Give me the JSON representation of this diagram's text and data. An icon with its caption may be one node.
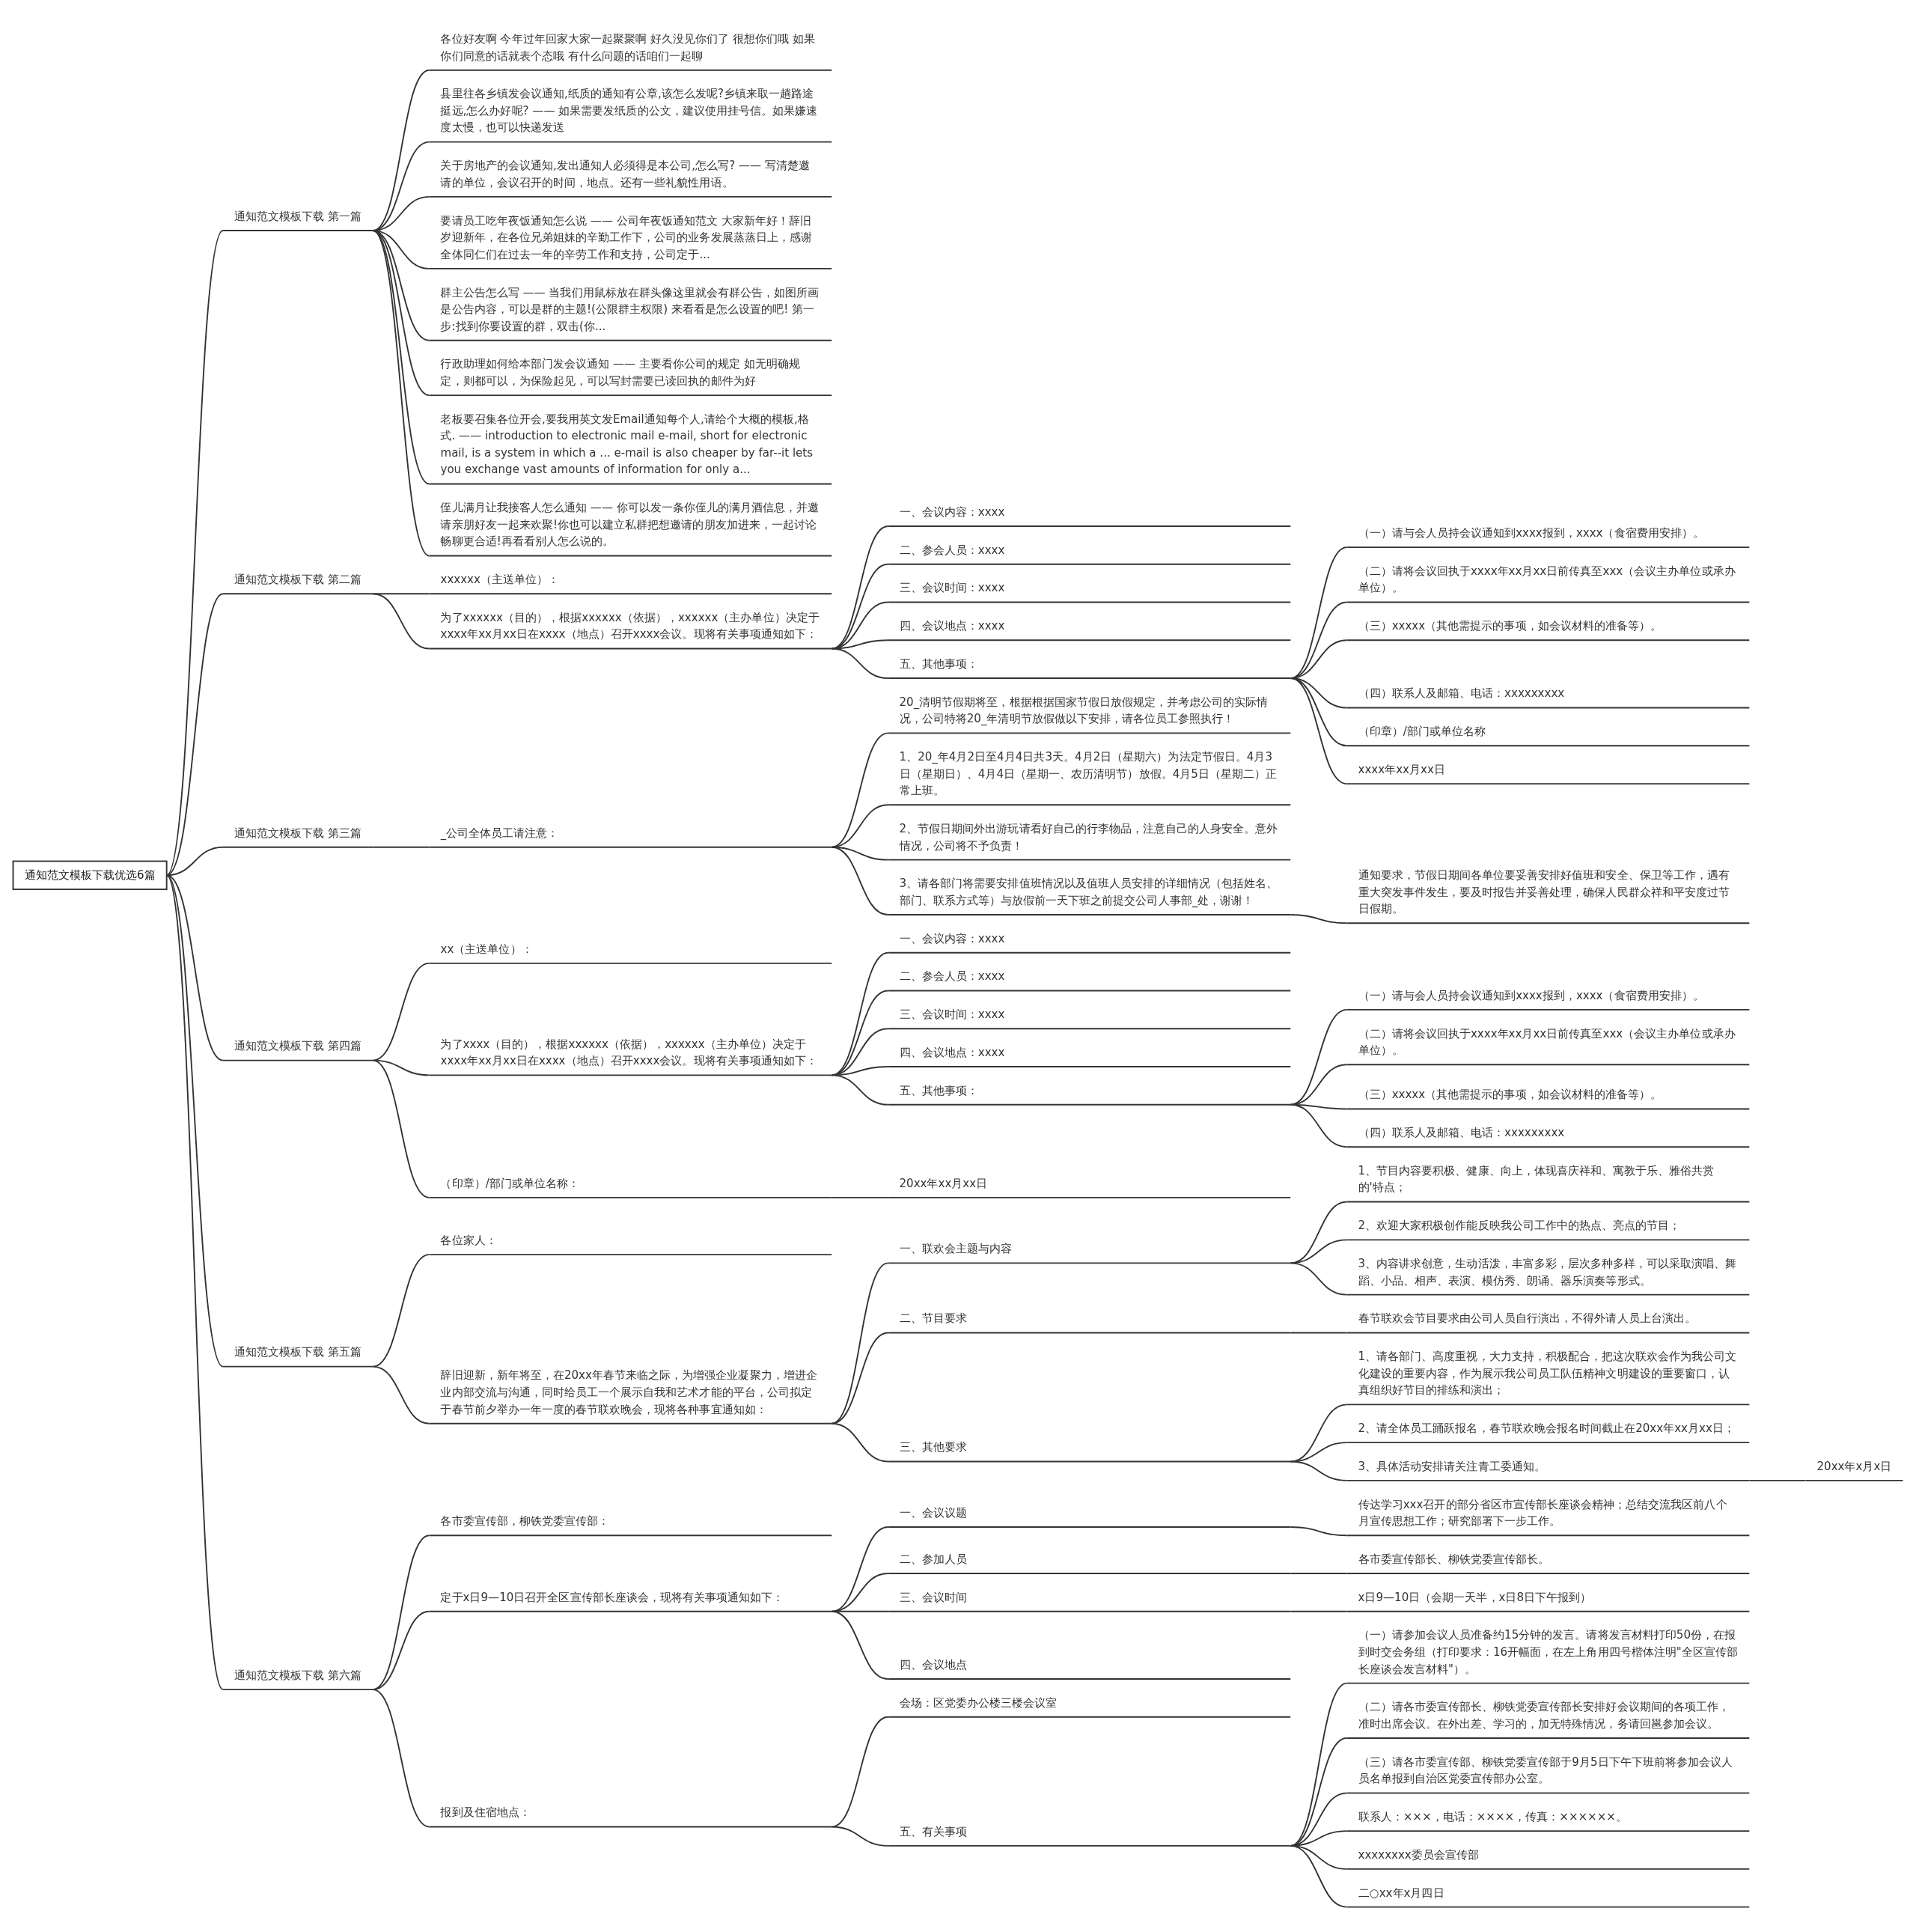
{
  "diagram": {
    "nodes": [
      {
        "text": [
          "通知范文模板下载优选6篇"
        ]
      },
      {
        "text": [
          "通知范文模板下载 第一篇"
        ]
      },
      {
        "text": [
          "各位好友啊 今年过年回家大家一起聚聚啊 好久没见你们了 很想你们哦 如果你们同意的话就表个态哦 有什么问题的话咱们一起聊"
        ]
      },
      {
        "text": [
          "县里往各乡镇发会议通知,纸质的通知有公章,该怎么发呢?乡镇来取一趟路途挺远,怎么办好呢? —— 如果需要发纸质的公文，建议使用挂号信。如果嫌速度太慢，也可以快递发送"
        ]
      },
      {
        "text": [
          "关于房地产的会议通知,发出通知人必须得是本公司,怎么写? —— 写清楚邀请的单位，会议召开的时间，地点。还有一些礼貌性用语。"
        ]
      },
      {
        "text": [
          "要请员工吃年夜饭通知怎么说 —— 公司年夜饭通知范文 大家新年好！辞旧岁迎新年，在各位兄弟姐妹的辛勤工作下，公司的业务发展蒸蒸日上，感谢全体同仁们在过去一年的辛劳工作和支持，公司定于..."
        ]
      },
      {
        "text": [
          "群主公告怎么写 —— 当我们用鼠标放在群头像这里就会有群公告，如图所画是公告内容，可以是群的主题!(公限群主权限) 来看看是怎么设置的吧! 第一步:找到你要设置的群，双击(你..."
        ]
      },
      {
        "text": [
          "行政助理如何给本部门发会议通知 —— 主要看你公司的规定 如无明确规定，则都可以，为保险起见，可以写封需要已读回执的邮件为好"
        ]
      },
      {
        "text": [
          "老板要召集各位开会,要我用英文发Email通知每个人,请给个大概的模板,格式. —— introduction to electronic mail e-mail, short for electronic mail, is a system in which a ... e-mail is also cheaper by far--it lets you exchange vast amounts of information for only a..."
        ]
      },
      {
        "text": [
          "侄儿满月让我接客人怎么通知 —— 你可以发一条你侄儿的满月酒信息，并邀请亲朋好友一起来欢聚!你也可以建立私群把想邀请的朋友加进来，一起讨论畅聊更合适!再看看别人怎么说的。"
        ]
      },
      {
        "text": [
          "通知范文模板下载 第二篇"
        ]
      },
      {
        "text": [
          "xxxxxx（主送单位）："
        ]
      },
      {
        "text": [
          "为了xxxxxx（目的），根据xxxxxx（依据），xxxxxx（主办单位）决定于xxxx年xx月xx日在xxxx（地点）召开xxxx会议。现将有关事项通知如下："
        ]
      },
      {
        "text": [
          "一、会议内容：xxxx"
        ]
      },
      {
        "text": [
          "二、参会人员：xxxx"
        ]
      },
      {
        "text": [
          "三、会议时间：xxxx"
        ]
      },
      {
        "text": [
          "四、会议地点：xxxx"
        ]
      },
      {
        "text": [
          "五、其他事项："
        ]
      },
      {
        "text": [
          "（一）请与会人员持会议通知到xxxx报到，xxxx（食宿费用安排）。"
        ]
      },
      {
        "text": [
          "（二）请将会议回执于xxxx年xx月xx日前传真至xxx（会议主办单位或承办单位）。"
        ]
      },
      {
        "text": [
          "（三）xxxxx（其他需提示的事项，如会议材料的准备等）。"
        ]
      },
      {
        "text": [
          "（四）联系人及邮箱、电话：xxxxxxxxx"
        ]
      },
      {
        "text": [
          "（印章）/部门或单位名称"
        ]
      },
      {
        "text": [
          "xxxx年xx月xx日"
        ]
      },
      {
        "text": [
          "通知范文模板下载 第三篇"
        ]
      },
      {
        "text": [
          "_公司全体员工请注意："
        ]
      },
      {
        "text": [
          "20_清明节假期将至，根据根据国家节假日放假规定，并考虑公司的实际情况，公司特将20_年清明节放假做以下安排，请各位员工参照执行！"
        ]
      },
      {
        "text": [
          "1、20_年4月2日至4月4日共3天。4月2日（星期六）为法定节假日。4月3日（星期日）、4月4日（星期一、农历清明节）放假。4月5日（星期二）正常上班。"
        ]
      },
      {
        "text": [
          "2、节假日期间外出游玩请看好自己的行李物品，注意自己的人身安全。意外情况，公司将不予负责！"
        ]
      },
      {
        "text": [
          "3、请各部门将需要安排值班情况以及值班人员安排的详细情况（包括姓名、部门、联系方式等）与放假前一天下班之前提交公司人事部_处，谢谢！"
        ]
      },
      {
        "text": [
          "通知要求，节假日期间各单位要妥善安排好值班和安全、保卫等工作，遇有重大突发事件发生，要及时报告并妥善处理，确保人民群众祥和平安度过节日假期。"
        ]
      },
      {
        "text": [
          "通知范文模板下载 第四篇"
        ]
      },
      {
        "text": [
          "xx（主送单位）："
        ]
      },
      {
        "text": [
          "为了xxxx（目的），根据xxxxxx（依据），xxxxxx（主办单位）决定于xxxx年xx月xx日在xxxx（地点）召开xxxx会议。现将有关事项通知如下："
        ]
      },
      {
        "text": [
          "一、会议内容：xxxx"
        ]
      },
      {
        "text": [
          "二、参会人员：xxxx"
        ]
      },
      {
        "text": [
          "三、会议时间：xxxx"
        ]
      },
      {
        "text": [
          "四、会议地点：xxxx"
        ]
      },
      {
        "text": [
          "五、其他事项："
        ]
      },
      {
        "text": [
          "（一）请与会人员持会议通知到xxxx报到，xxxx（食宿费用安排）。"
        ]
      },
      {
        "text": [
          "（二）请将会议回执于xxxx年xx月xx日前传真至xxx（会议主办单位或承办单位）。"
        ]
      },
      {
        "text": [
          "（三）xxxxx（其他需提示的事项，如会议材料的准备等）。"
        ]
      },
      {
        "text": [
          "（四）联系人及邮箱、电话：xxxxxxxxx"
        ]
      },
      {
        "text": [
          "（印章）/部门或单位名称："
        ]
      },
      {
        "text": [
          "20xx年xx月xx日"
        ]
      },
      {
        "text": [
          "通知范文模板下载 第五篇"
        ]
      },
      {
        "text": [
          "各位家人："
        ]
      },
      {
        "text": [
          "辞旧迎新，新年将至，在20xx年春节来临之际，为增强企业凝聚力，增进企业内部交流与沟通，同时给员工一个展示自我和艺术才能的平台，公司拟定于春节前夕举办一年一度的春节联欢晚会，现将各种事宜通知如："
        ]
      },
      {
        "text": [
          "一、联欢会主题与内容"
        ]
      },
      {
        "text": [
          "1、节目内容要积极、健康、向上，体现喜庆祥和、寓教于乐、雅俗共赏的'特点；"
        ]
      },
      {
        "text": [
          "2、欢迎大家积极创作能反映我公司工作中的热点、亮点的节目；"
        ]
      },
      {
        "text": [
          "3、内容讲求创意，生动活泼，丰富多彩，层次多种多样，可以采取演唱、舞蹈、小品、相声、表演、模仿秀、朗诵、器乐演奏等形式。"
        ]
      },
      {
        "text": [
          "二、节目要求"
        ]
      },
      {
        "text": [
          "春节联欢会节目要求由公司人员自行演出，不得外请人员上台演出。"
        ]
      },
      {
        "text": [
          "三、其他要求"
        ]
      },
      {
        "text": [
          "1、请各部门、高度重视，大力支持，积极配合，把这次联欢会作为我公司文化建设的重要内容，作为展示我公司员工队伍精神文明建设的重要窗口，认真组织好节目的排练和演出；"
        ]
      },
      {
        "text": [
          "2、请全体员工踊跃报名，春节联欢晚会报名时间截止在20xx年xx月xx日；"
        ]
      },
      {
        "text": [
          "3、具体活动安排请关注青工委通知。"
        ]
      },
      {
        "text": [
          "20xx年x月x日"
        ]
      },
      {
        "text": [
          "通知范文模板下载 第六篇"
        ]
      },
      {
        "text": [
          "各市委宣传部，柳铁党委宣传部："
        ]
      },
      {
        "text": [
          "定于x日9—10日召开全区宣传部长座谈会，现将有关事项通知如下："
        ]
      },
      {
        "text": [
          "一、会议议题"
        ]
      },
      {
        "text": [
          "传达学习xxx召开的部分省区市宣传部长座谈会精神；总结交流我区前八个月宣传思想工作；研究部署下一步工作。"
        ]
      },
      {
        "text": [
          "二、参加人员"
        ]
      },
      {
        "text": [
          "各市委宣传部长、柳铁党委宣传部长。"
        ]
      },
      {
        "text": [
          "三、会议时间"
        ]
      },
      {
        "text": [
          "x日9—10日（会期一天半，x日8日下午报到）"
        ]
      },
      {
        "text": [
          "四、会议地点"
        ]
      },
      {
        "text": [
          "报到及住宿地点："
        ]
      },
      {
        "text": [
          "会场：区党委办公楼三楼会议室"
        ]
      },
      {
        "text": [
          "五、有关事项"
        ]
      },
      {
        "text": [
          "（一）请参加会议人员准备约15分钟的发言。请将发言材料打印50份，在报到时交会务组（打印要求：16开幅面，在左上角用四号楷体注明\"全区宣传部长座谈会发言材料\"）。"
        ]
      },
      {
        "text": [
          "（二）请各市委宣传部长、柳铁党委宣传部长安排好会议期间的各项工作，准时出席会议。在外出差、学习的，加无特殊情况，务请回邕参加会议。"
        ]
      },
      {
        "text": [
          "（三）请各市委宣传部、柳铁党委宣传部于9月5日下午下班前将参加会议人员名单报到自治区党委宣传部办公室。"
        ]
      },
      {
        "text": [
          "联系人：×××，电话：××××，传真：××××××。"
        ]
      },
      {
        "text": [
          "xxxxxxxx委员会宣传部"
        ]
      },
      {
        "text": [
          "二○xx年x月四日"
        ]
      }
    ],
    "edges": [
      {
        "from": 0,
        "to": 1,
        "arrow": "none"
      },
      {
        "from": 1,
        "to": 2,
        "arrow": "none"
      },
      {
        "from": 1,
        "to": 3,
        "arrow": "none"
      },
      {
        "from": 1,
        "to": 4,
        "arrow": "none"
      },
      {
        "from": 1,
        "to": 5,
        "arrow": "none"
      },
      {
        "from": 1,
        "to": 6,
        "arrow": "none"
      },
      {
        "from": 1,
        "to": 7,
        "arrow": "none"
      },
      {
        "from": 1,
        "to": 8,
        "arrow": "none"
      },
      {
        "from": 1,
        "to": 9,
        "arrow": "none"
      },
      {
        "from": 0,
        "to": 10,
        "arrow": "none"
      },
      {
        "from": 10,
        "to": 11,
        "arrow": "none"
      },
      {
        "from": 10,
        "to": 12,
        "arrow": "none"
      },
      {
        "from": 12,
        "to": 13,
        "arrow": "none"
      },
      {
        "from": 12,
        "to": 14,
        "arrow": "none"
      },
      {
        "from": 12,
        "to": 15,
        "arrow": "none"
      },
      {
        "from": 12,
        "to": 16,
        "arrow": "none"
      },
      {
        "from": 12,
        "to": 17,
        "arrow": "none"
      },
      {
        "from": 17,
        "to": 18,
        "arrow": "none"
      },
      {
        "from": 17,
        "to": 19,
        "arrow": "none"
      },
      {
        "from": 17,
        "to": 20,
        "arrow": "none"
      },
      {
        "from": 17,
        "to": 21,
        "arrow": "none"
      },
      {
        "from": 17,
        "to": 22,
        "arrow": "none"
      },
      {
        "from": 17,
        "to": 23,
        "arrow": "none"
      },
      {
        "from": 0,
        "to": 24,
        "arrow": "none"
      },
      {
        "from": 24,
        "to": 25,
        "arrow": "none"
      },
      {
        "from": 25,
        "to": 26,
        "arrow": "none"
      },
      {
        "from": 25,
        "to": 27,
        "arrow": "none"
      },
      {
        "from": 25,
        "to": 28,
        "arrow": "none"
      },
      {
        "from": 25,
        "to": 29,
        "arrow": "none"
      },
      {
        "from": 29,
        "to": 30,
        "arrow": "none"
      },
      {
        "from": 0,
        "to": 31,
        "arrow": "none"
      },
      {
        "from": 31,
        "to": 32,
        "arrow": "none"
      },
      {
        "from": 31,
        "to": 33,
        "arrow": "none"
      },
      {
        "from": 33,
        "to": 34,
        "arrow": "none"
      },
      {
        "from": 33,
        "to": 35,
        "arrow": "none"
      },
      {
        "from": 33,
        "to": 36,
        "arrow": "none"
      },
      {
        "from": 33,
        "to": 37,
        "arrow": "none"
      },
      {
        "from": 33,
        "to": 38,
        "arrow": "none"
      },
      {
        "from": 38,
        "to": 39,
        "arrow": "none"
      },
      {
        "from": 38,
        "to": 40,
        "arrow": "none"
      },
      {
        "from": 38,
        "to": 41,
        "arrow": "none"
      },
      {
        "from": 38,
        "to": 42,
        "arrow": "none"
      },
      {
        "from": 31,
        "to": 43,
        "arrow": "none"
      },
      {
        "from": 43,
        "to": 44,
        "arrow": "none"
      },
      {
        "from": 0,
        "to": 45,
        "arrow": "none"
      },
      {
        "from": 45,
        "to": 46,
        "arrow": "none"
      },
      {
        "from": 45,
        "to": 47,
        "arrow": "none"
      },
      {
        "from": 47,
        "to": 48,
        "arrow": "none"
      },
      {
        "from": 48,
        "to": 49,
        "arrow": "none"
      },
      {
        "from": 48,
        "to": 50,
        "arrow": "none"
      },
      {
        "from": 48,
        "to": 51,
        "arrow": "none"
      },
      {
        "from": 47,
        "to": 52,
        "arrow": "none"
      },
      {
        "from": 52,
        "to": 53,
        "arrow": "none"
      },
      {
        "from": 47,
        "to": 54,
        "arrow": "none"
      },
      {
        "from": 54,
        "to": 55,
        "arrow": "none"
      },
      {
        "from": 54,
        "to": 56,
        "arrow": "none"
      },
      {
        "from": 54,
        "to": 57,
        "arrow": "none"
      },
      {
        "from": 57,
        "to": 58,
        "arrow": "none"
      },
      {
        "from": 0,
        "to": 59,
        "arrow": "none"
      },
      {
        "from": 59,
        "to": 60,
        "arrow": "none"
      },
      {
        "from": 59,
        "to": 61,
        "arrow": "none"
      },
      {
        "from": 61,
        "to": 62,
        "arrow": "none"
      },
      {
        "from": 62,
        "to": 63,
        "arrow": "none"
      },
      {
        "from": 61,
        "to": 64,
        "arrow": "none"
      },
      {
        "from": 64,
        "to": 65,
        "arrow": "none"
      },
      {
        "from": 61,
        "to": 66,
        "arrow": "none"
      },
      {
        "from": 66,
        "to": 67,
        "arrow": "none"
      },
      {
        "from": 61,
        "to": 68,
        "arrow": "none"
      },
      {
        "from": 59,
        "to": 69,
        "arrow": "none"
      },
      {
        "from": 69,
        "to": 70,
        "arrow": "none"
      },
      {
        "from": 69,
        "to": 71,
        "arrow": "none"
      },
      {
        "from": 71,
        "to": 72,
        "arrow": "none"
      },
      {
        "from": 71,
        "to": 73,
        "arrow": "none"
      },
      {
        "from": 71,
        "to": 74,
        "arrow": "none"
      },
      {
        "from": 71,
        "to": 75,
        "arrow": "none"
      },
      {
        "from": 71,
        "to": 76,
        "arrow": "none"
      },
      {
        "from": 71,
        "to": 77,
        "arrow": "none"
      }
    ]
  }
}
